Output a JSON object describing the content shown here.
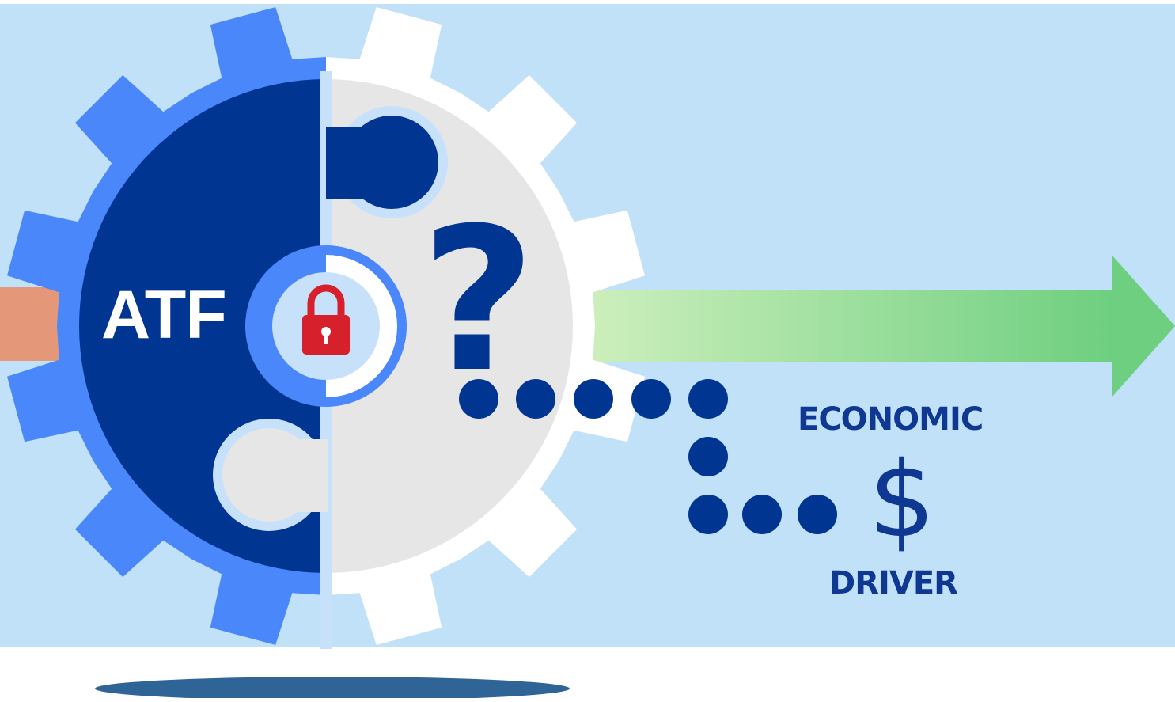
{
  "graphic": {
    "left_label": "ATF",
    "question_mark": "?",
    "top_label": "ECONOMIC",
    "currency_symbol": "$",
    "bottom_label": "DRIVER",
    "icons": [
      "gear-icon",
      "puzzle-icon",
      "padlock-icon",
      "arrow-right-icon",
      "question-mark-icon",
      "dollar-icon"
    ],
    "colors": {
      "background": "#c1e1f9",
      "gear_blue": "#4a87fa",
      "gear_white": "#ffffff",
      "dark_blue": "#003591",
      "puzzle_grey": "#e6e6e6",
      "light_blue": "#c7e1fb",
      "lock_red": "#d6202b",
      "arrow_green_start": "#d3f1c0",
      "arrow_green_end": "#6ecf80",
      "left_bar_orange": "#e5977a",
      "text_blue": "#0f3893",
      "shadow_blue": "#2f6496"
    }
  }
}
